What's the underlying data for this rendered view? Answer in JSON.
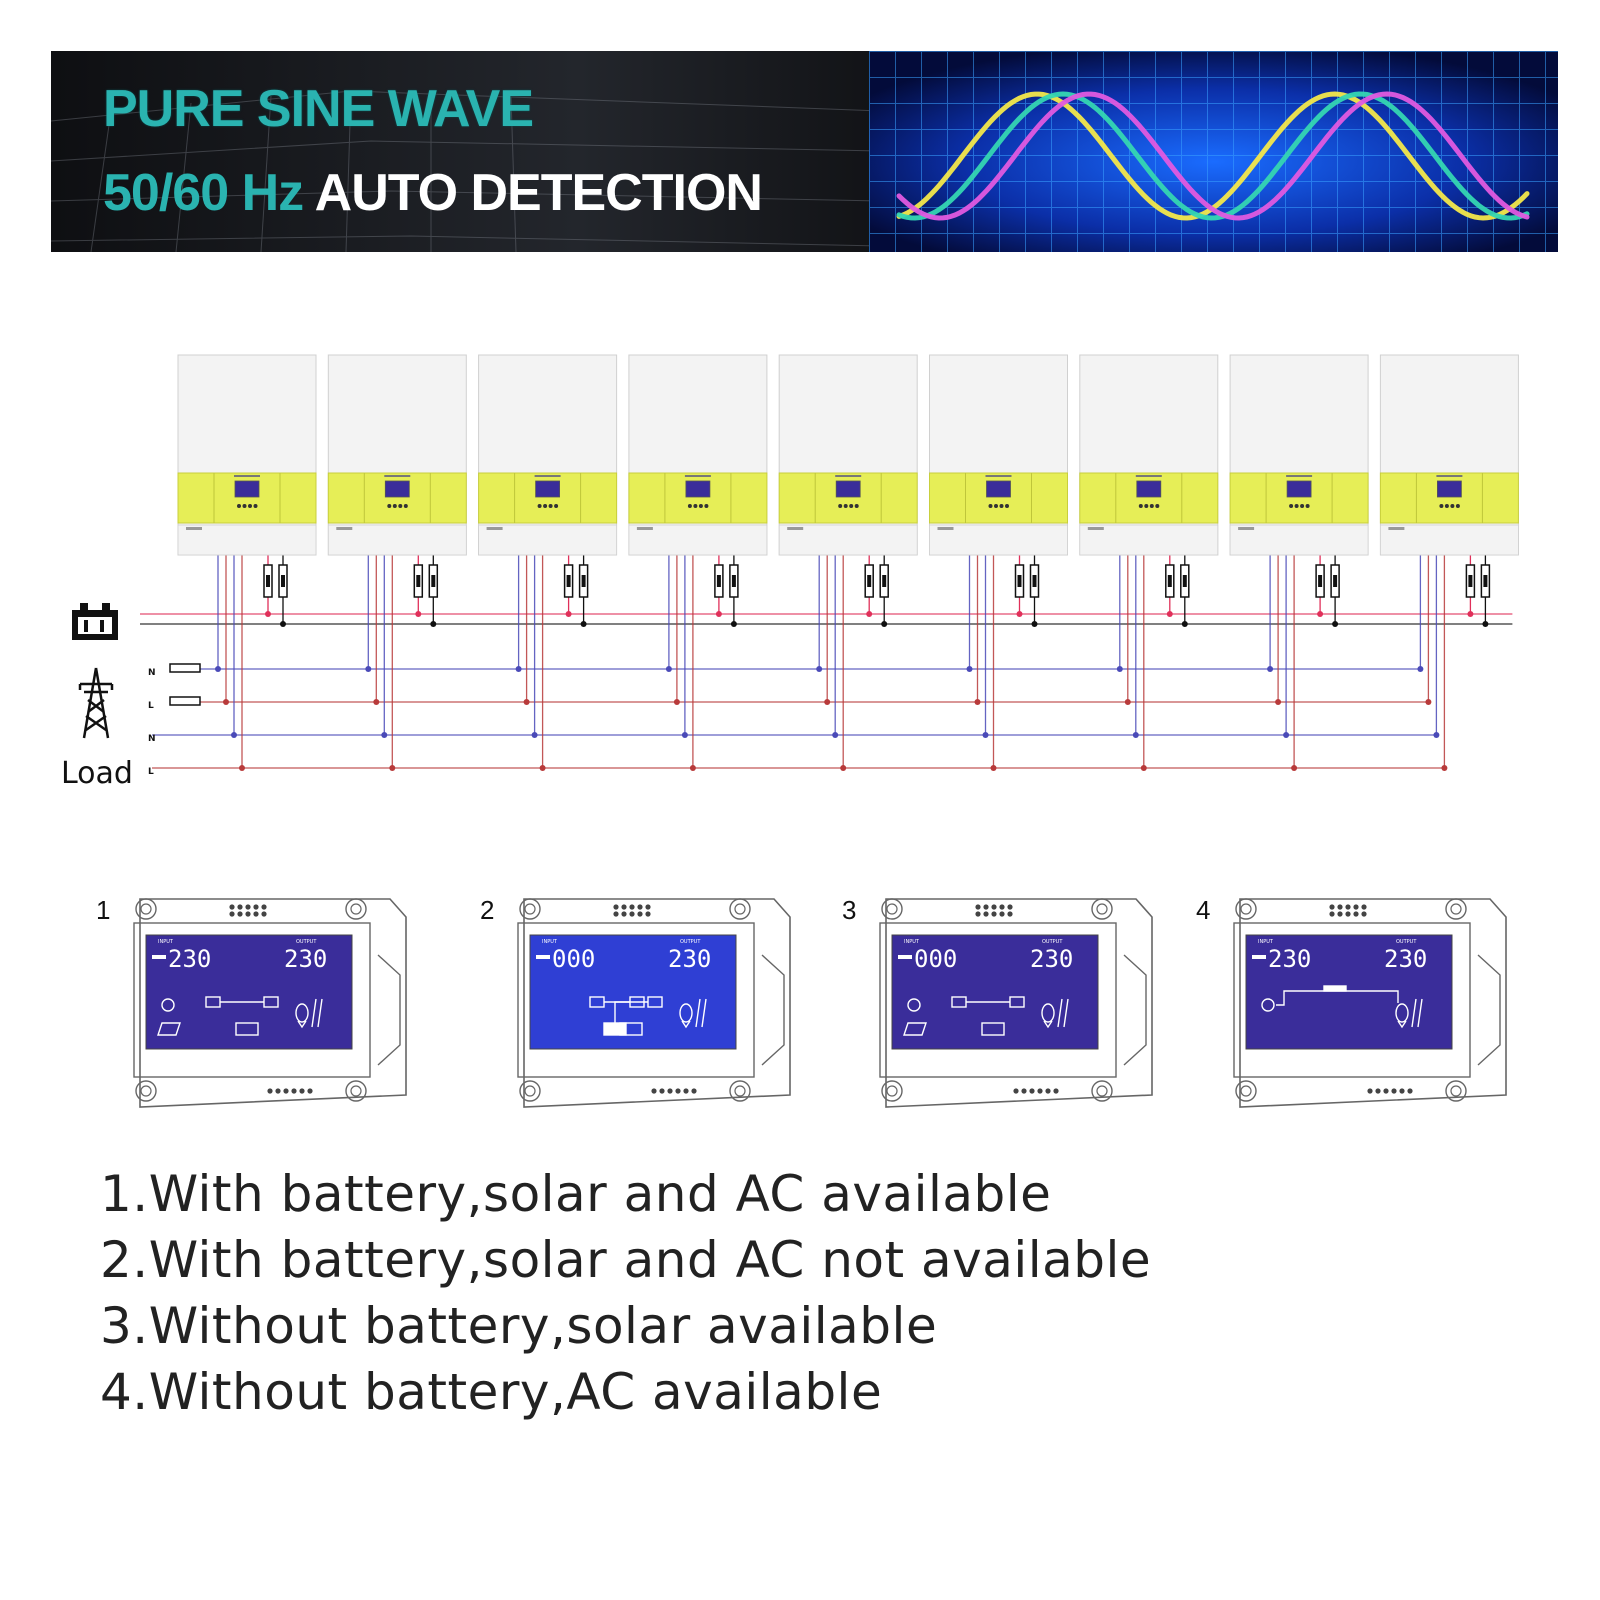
{
  "banner": {
    "line1": "PURE SINE WAVE",
    "line2_accent": "50/60 Hz",
    "line2_rest": "AUTO DETECTION",
    "wave_colors": [
      "#f4e84a",
      "#35d6b2",
      "#e05ae0"
    ],
    "accent_color": "#2ab3b0"
  },
  "wiring": {
    "inverter_count": 9,
    "bus_colors": {
      "battery_positive": "#e0305a",
      "battery_negative": "#111111",
      "neutral": "#4a4ab8",
      "line": "#b83a3a"
    },
    "grid_labels": [
      "N",
      "L"
    ],
    "load_labels": [
      "N",
      "L"
    ],
    "load_label": "Load",
    "icons": [
      "battery-icon",
      "power-tower-icon"
    ]
  },
  "lcd_panels": [
    {
      "number": "1",
      "input": "230",
      "output": "230",
      "backlight": "#3a2d9a"
    },
    {
      "number": "2",
      "input": "000",
      "output": "230",
      "backlight": "#2f3fd4"
    },
    {
      "number": "3",
      "input": "000",
      "output": "230",
      "backlight": "#3a2d9a"
    },
    {
      "number": "4",
      "input": "230",
      "output": "230",
      "backlight": "#3a2d9a"
    }
  ],
  "notes": [
    "1.With battery,solar and AC available",
    "2.With battery,solar and AC not available",
    "3.Without battery,solar available",
    "4.Without battery,AC available"
  ]
}
